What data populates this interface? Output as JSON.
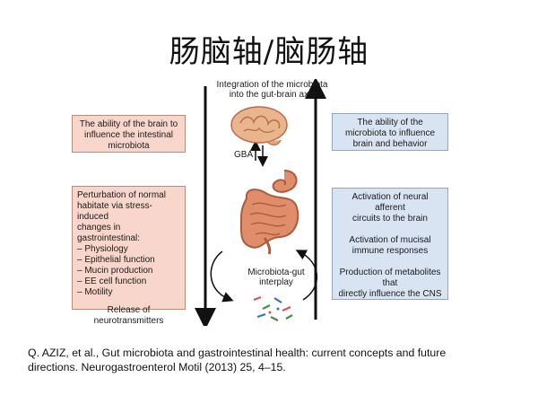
{
  "slide": {
    "title": "肠脑轴/脑肠轴"
  },
  "figure": {
    "center_title_line1": "Integration of the microbiota",
    "center_title_line2": "into the gut-brain axis",
    "gba_label": "GBA",
    "microbiota_gut_line1": "Microbiota-gut",
    "microbiota_gut_line2": "interplay",
    "left_top_lines": [
      "The ability of the brain to",
      "influence the intestinal",
      "microbiota"
    ],
    "left_bottom_lines": [
      "Perturbation of normal",
      "habitate via stress-induced",
      "changes in gastrointestinal:",
      "– Physiology",
      "– Epithelial function",
      "– Mucin production",
      "– EE cell function",
      "– Motility"
    ],
    "left_release_lines": [
      "Release of",
      "neurotransmitters"
    ],
    "right_top_lines": [
      "The ability of the",
      "microbiota to influence",
      "brain and behavior"
    ],
    "right_bottom_groups": [
      [
        "Activation of neural afferent",
        "circuits to the brain"
      ],
      [
        "Activation of mucisal",
        "immune responses"
      ],
      [
        "Production of metabolites that",
        "directly influence the CNS"
      ]
    ]
  },
  "citation": {
    "line1": "Q. AZIZ, et al., Gut microbiota and gastrointestinal health: current concepts and future",
    "line2": "directions. Neurogastroenterol Motil (2013) 25, 4–15."
  },
  "colors": {
    "left_box_fill": "#f8d6cb",
    "right_box_fill": "#d9e4f3",
    "arrow_color": "#111111",
    "brain_color": "#e9b58d",
    "gut_color": "#df8e69"
  },
  "icons": {
    "brain": "brain-icon",
    "gut": "intestine-icon",
    "bacteria": "bacteria-icon"
  }
}
